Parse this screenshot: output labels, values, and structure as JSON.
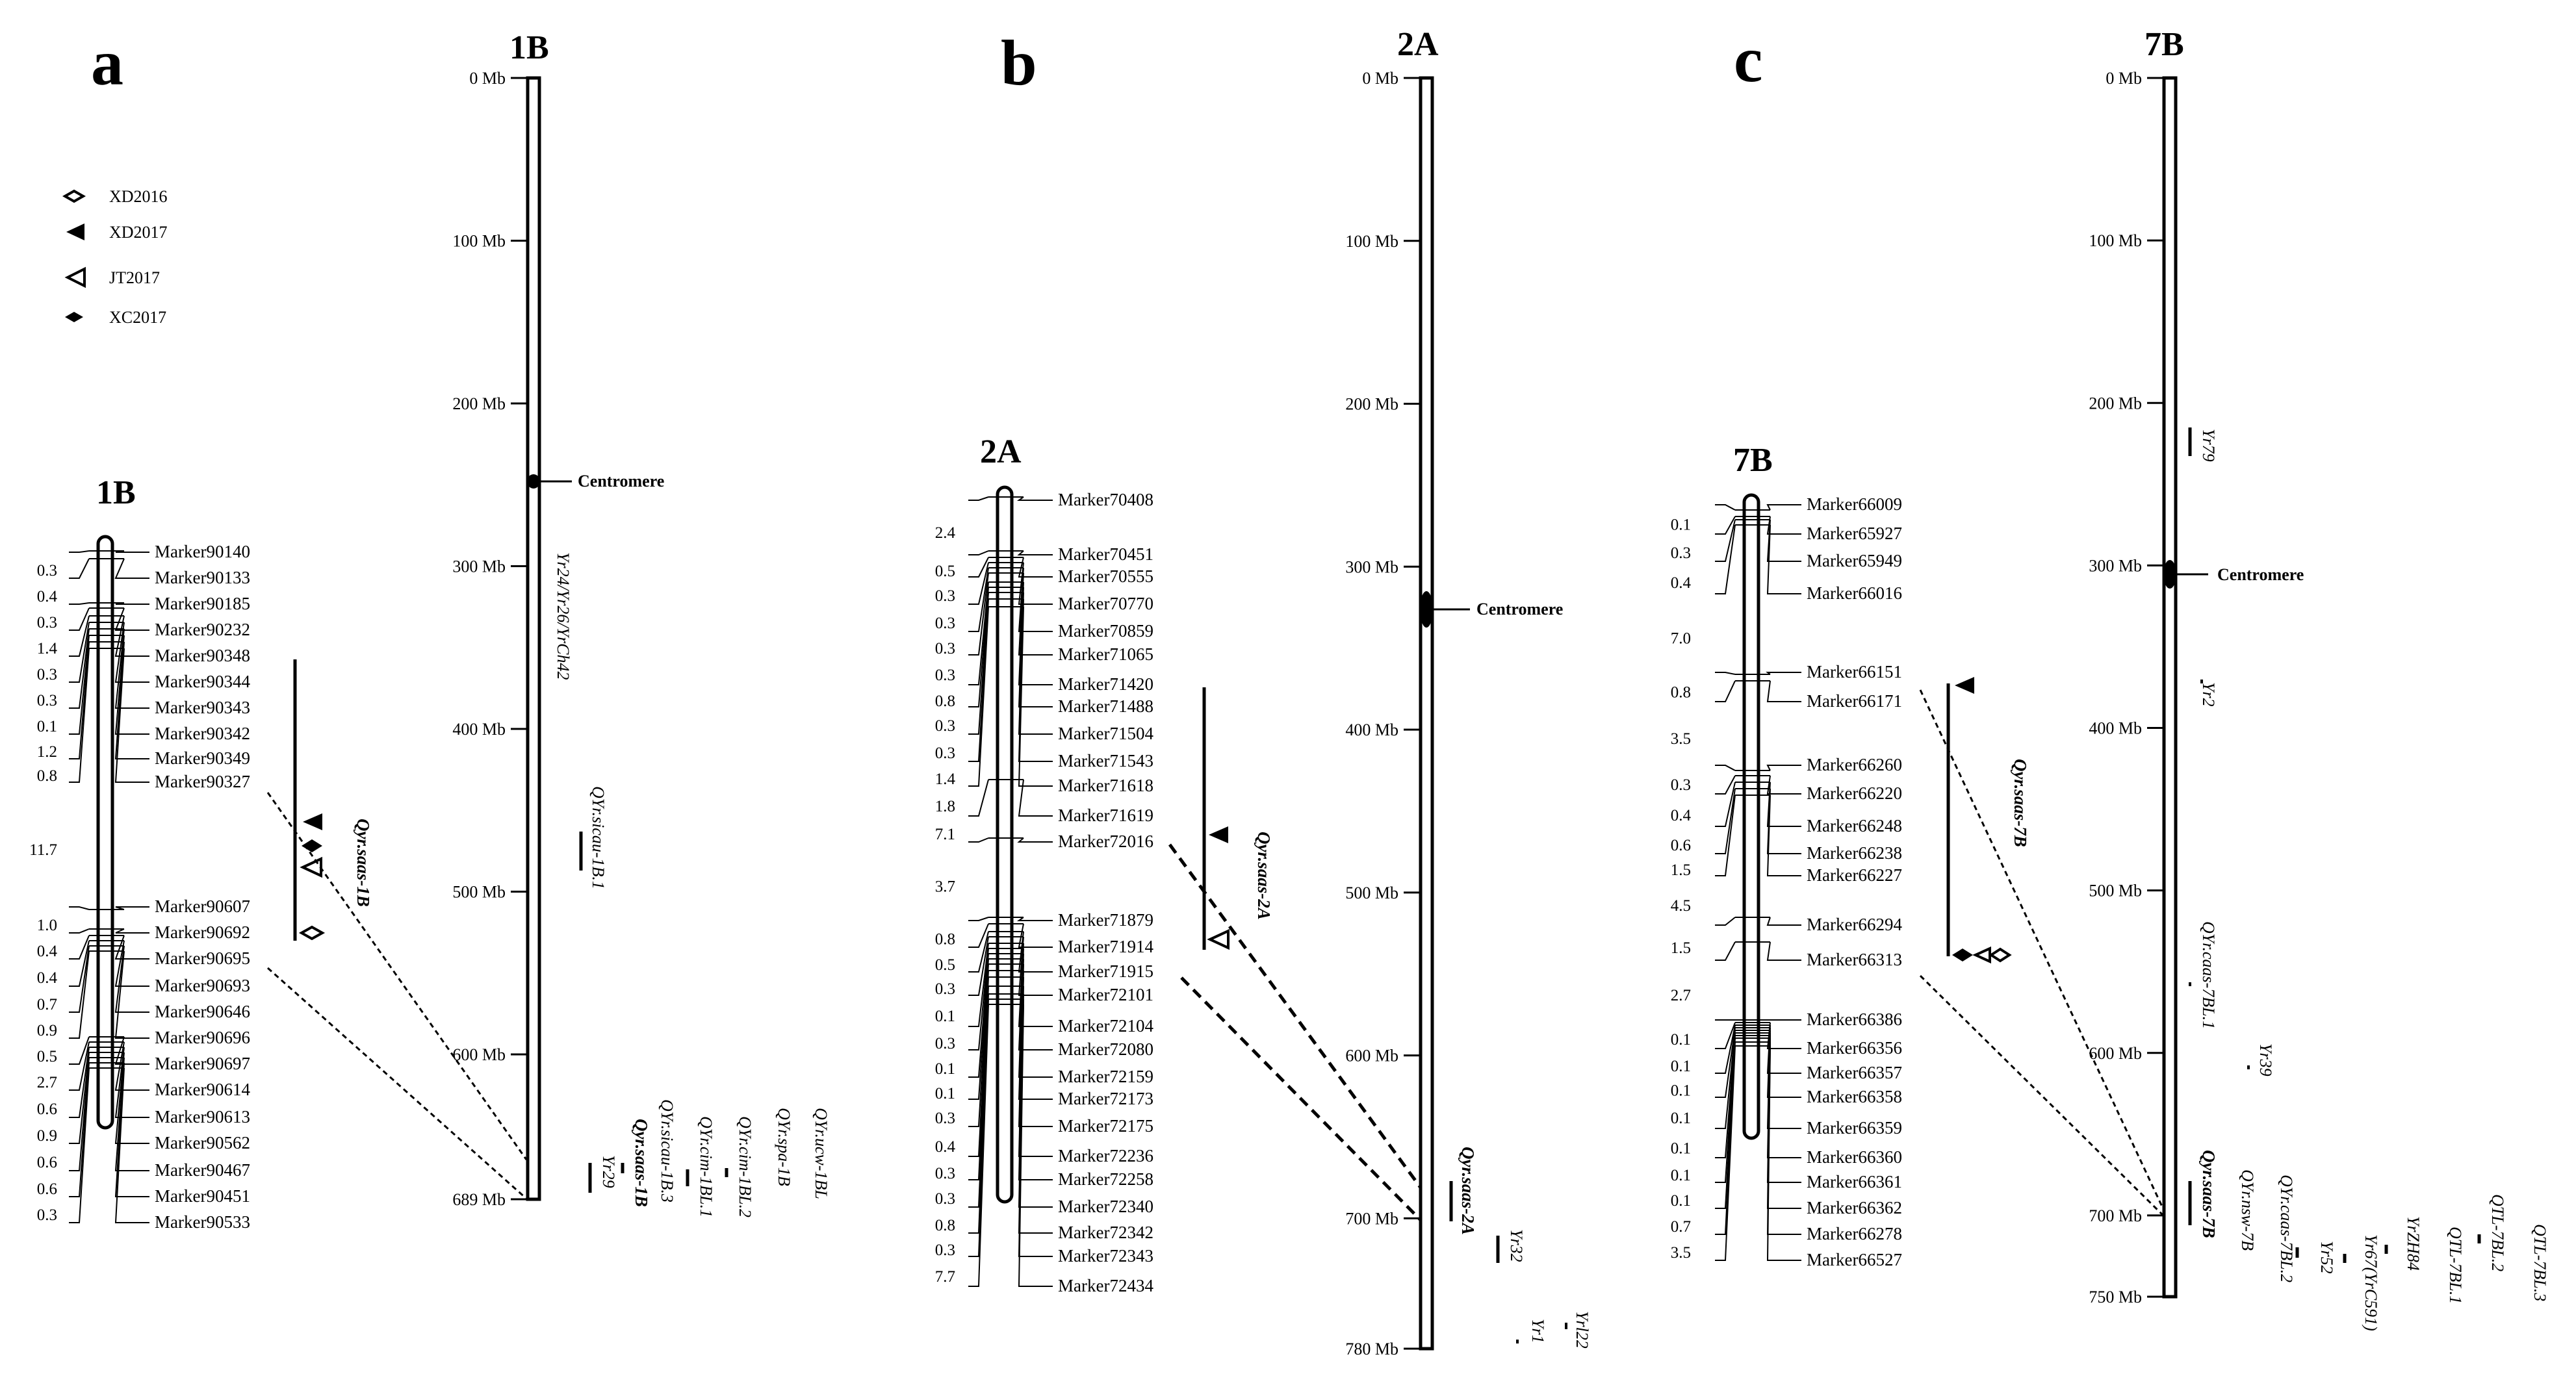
{
  "legend": [
    {
      "label": "XD2016",
      "symbol": "open-diamond-icon"
    },
    {
      "label": "XD2017",
      "symbol": "filled-triangle-icon"
    },
    {
      "label": "JT2017",
      "symbol": "open-triangle-icon"
    },
    {
      "label": "XC2017",
      "symbol": "filled-diamond-icon"
    }
  ],
  "panels": [
    {
      "letter": "a",
      "linkage": {
        "title": "1B",
        "markers": [
          "Marker90140",
          "Marker90133",
          "Marker90185",
          "Marker90232",
          "Marker90348",
          "Marker90344",
          "Marker90343",
          "Marker90342",
          "Marker90349",
          "Marker90327",
          "Marker90607",
          "Marker90692",
          "Marker90695",
          "Marker90693",
          "Marker90646",
          "Marker90696",
          "Marker90697",
          "Marker90614",
          "Marker90613",
          "Marker90562",
          "Marker90467",
          "Marker90451",
          "Marker90533"
        ],
        "distances": [
          "0.3",
          "0.4",
          "0.3",
          "1.4",
          "0.3",
          "0.3",
          "0.1",
          "1.2",
          "0.8",
          "11.7",
          "1.0",
          "0.4",
          "0.4",
          "0.7",
          "0.9",
          "0.5",
          "2.7",
          "0.6",
          "0.9",
          "0.6",
          "0.6",
          "0.3"
        ],
        "qtl_label": "Qyr.saas-1B",
        "environments": [
          "XD2017",
          "XC2017",
          "JT2017",
          "XD2016"
        ]
      },
      "physical": {
        "title": "1B",
        "length_mb": 689,
        "ticks": [
          "0 Mb",
          "100 Mb",
          "200 Mb",
          "300 Mb",
          "400 Mb",
          "500 Mb",
          "600 Mb",
          "689 Mb"
        ],
        "tick_values": [
          0,
          100,
          200,
          300,
          400,
          500,
          600,
          689
        ],
        "centromere_label": "Centromere",
        "centromere_mb": 248,
        "genes": [
          "Yr24/Yr26/YrCh42",
          "QYr.sicau-1B.1",
          "Yr29",
          "Qyr.saas-1B",
          "QYr.sicau-1B.3",
          "QYr.cim-1BL.1",
          "QYr.cim-1BL.2",
          "QYr.spa-1B",
          "QYr.ucw-1BL"
        ]
      }
    },
    {
      "letter": "b",
      "linkage": {
        "title": "2A",
        "markers": [
          "Marker70408",
          "Marker70451",
          "Marker70555",
          "Marker70770",
          "Marker70859",
          "Marker71065",
          "Marker71420",
          "Marker71488",
          "Marker71504",
          "Marker71543",
          "Marker71618",
          "Marker71619",
          "Marker72016",
          "Marker71879",
          "Marker71914",
          "Marker71915",
          "Marker72101",
          "Marker72104",
          "Marker72080",
          "Marker72159",
          "Marker72173",
          "Marker72175",
          "Marker72236",
          "Marker72258",
          "Marker72340",
          "Marker72342",
          "Marker72343",
          "Marker72434"
        ],
        "distances": [
          "2.4",
          "0.5",
          "0.3",
          "0.3",
          "0.3",
          "0.3",
          "0.8",
          "0.3",
          "0.3",
          "1.4",
          "1.8",
          "7.1",
          "3.7",
          "0.8",
          "0.5",
          "0.3",
          "0.1",
          "0.3",
          "0.1",
          "0.1",
          "0.3",
          "0.4",
          "0.3",
          "0.3",
          "0.8",
          "0.3",
          "7.7"
        ],
        "qtl_label": "Qyr.saas-2A",
        "environments": [
          "XD2017",
          "JT2017"
        ]
      },
      "physical": {
        "title": "2A",
        "length_mb": 780,
        "ticks": [
          "0 Mb",
          "100 Mb",
          "200 Mb",
          "300 Mb",
          "400 Mb",
          "500 Mb",
          "600 Mb",
          "700 Mb",
          "780 Mb"
        ],
        "tick_values": [
          0,
          100,
          200,
          300,
          400,
          500,
          600,
          700,
          780
        ],
        "centromere_label": "Centromere",
        "centromere_mb": 325,
        "genes": [
          "Qyr.saas-2A",
          "Yr32",
          "Yrl22",
          "Yr1"
        ]
      }
    },
    {
      "letter": "c",
      "linkage": {
        "title": "7B",
        "markers": [
          "Marker66009",
          "Marker65927",
          "Marker65949",
          "Marker66016",
          "Marker66151",
          "Marker66171",
          "Marker66260",
          "Marker66220",
          "Marker66248",
          "Marker66238",
          "Marker66227",
          "Marker66294",
          "Marker66313",
          "Marker66386",
          "Marker66356",
          "Marker66357",
          "Marker66358",
          "Marker66359",
          "Marker66360",
          "Marker66361",
          "Marker66362",
          "Marker66278",
          "Marker66527"
        ],
        "distances": [
          "0.1",
          "0.3",
          "0.4",
          "7.0",
          "0.8",
          "3.5",
          "0.3",
          "0.4",
          "0.6",
          "1.5",
          "4.5",
          "1.5",
          "2.7",
          "0.1",
          "0.1",
          "0.1",
          "0.1",
          "0.1",
          "0.1",
          "0.1",
          "0.7",
          "3.5"
        ],
        "qtl_label": "Qyr.saas-7B",
        "environments": [
          "XD2017",
          "XC2017",
          "JT2017",
          "XD2016"
        ]
      },
      "physical": {
        "title": "7B",
        "length_mb": 750,
        "ticks": [
          "0 Mb",
          "100 Mb",
          "200 Mb",
          "300 Mb",
          "400 Mb",
          "500 Mb",
          "600 Mb",
          "700 Mb",
          "750 Mb"
        ],
        "tick_values": [
          0,
          100,
          200,
          300,
          400,
          500,
          600,
          700,
          750
        ],
        "centromere_label": "Centromere",
        "centromere_mb": 303,
        "genes": [
          "Yr79",
          "Yr2",
          "QYr.caas-7BL.1",
          "Yr39",
          "Qyr.saas-7B",
          "QYr.nsw-7B",
          "QYr.caas-7BL.2",
          "Yr52",
          "Yr67(YrC591)",
          "YrZH84",
          "QTL-7BL.1",
          "QTL-7BL.2",
          "QTL-7BL.3"
        ]
      }
    }
  ]
}
